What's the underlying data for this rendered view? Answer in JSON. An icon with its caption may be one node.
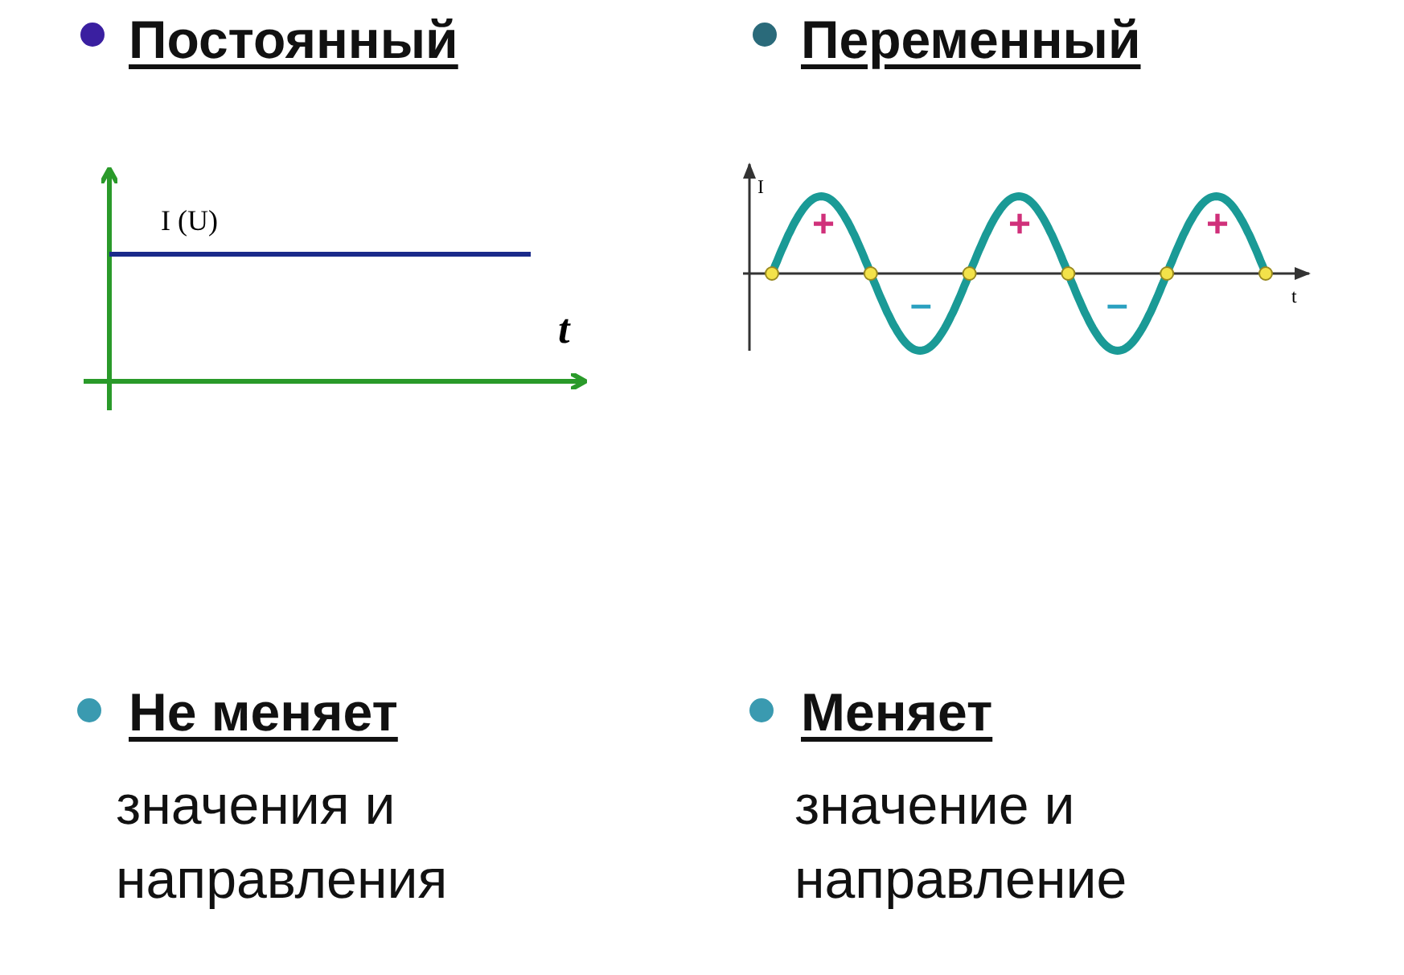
{
  "diagram": {
    "labels": [
      "Постоянный",
      "Переменный",
      "I (U)",
      "t",
      "I",
      "+",
      "+",
      "+",
      "–",
      "–",
      "t",
      "Не меняет",
      "значения и направления",
      "Меняет",
      "значение и направление"
    ]
  }
}
